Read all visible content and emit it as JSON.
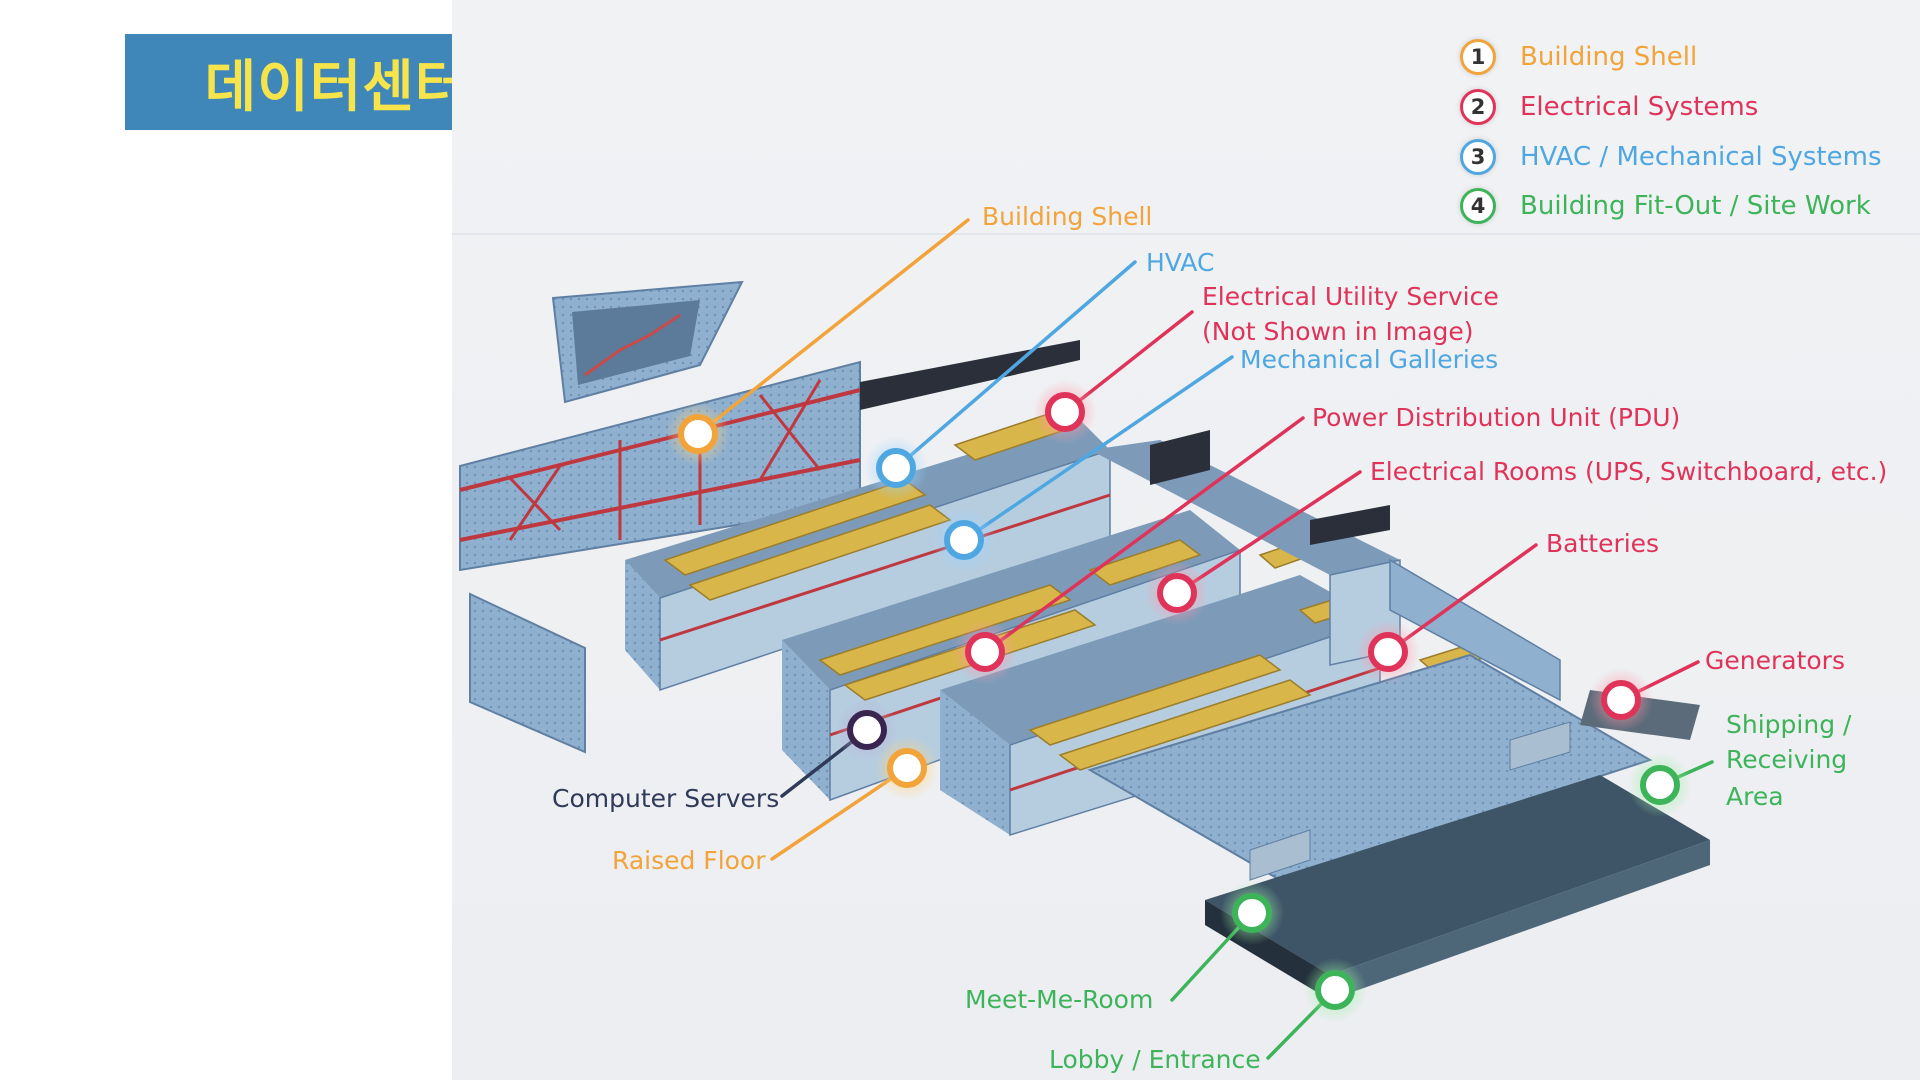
{
  "title": "데이터센터 배치도",
  "colors": {
    "shell": "#f2a33a",
    "electrical": "#e0335a",
    "hvac": "#4fa7e2",
    "fitout": "#3db45a",
    "servers": "#2f3b58",
    "title_bg": "#3f86b9",
    "title_text": "#f6e44a"
  },
  "legend": [
    {
      "num": "1",
      "label": "Building Shell"
    },
    {
      "num": "2",
      "label": "Electrical Systems"
    },
    {
      "num": "3",
      "label": "HVAC / Mechanical Systems"
    },
    {
      "num": "4",
      "label": "Building Fit-Out / Site Work"
    }
  ],
  "callouts": {
    "building_shell": "Building Shell",
    "hvac": "HVAC",
    "electrical_utility_1": "Electrical Utility Service",
    "electrical_utility_2": "(Not Shown in Image)",
    "mechanical_galleries": "Mechanical Galleries",
    "pdu": "Power Distribution Unit (PDU)",
    "electrical_rooms": "Electrical Rooms (UPS, Switchboard, etc.)",
    "batteries": "Batteries",
    "generators": "Generators",
    "shipping_1": "Shipping /",
    "shipping_2": "Receiving",
    "shipping_3": "Area",
    "computer_servers": "Computer Servers",
    "raised_floor": "Raised Floor",
    "meet_me_room": "Meet-Me-Room",
    "lobby": "Lobby / Entrance"
  }
}
